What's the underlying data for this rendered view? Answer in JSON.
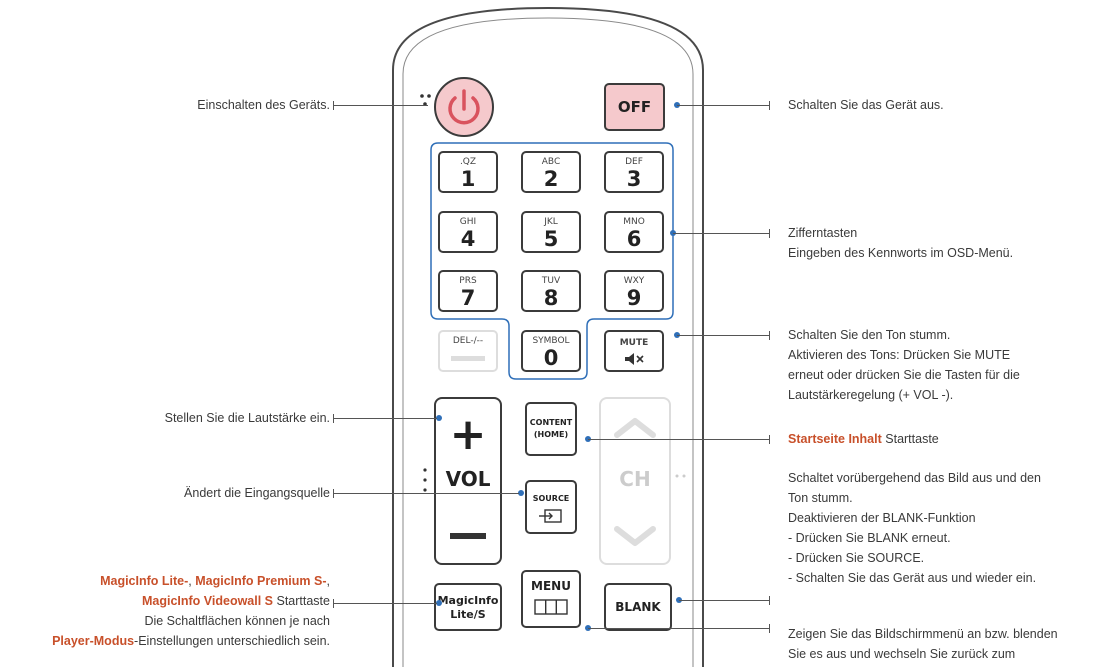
{
  "remote": {
    "power_key": {
      "icon": "power-icon"
    },
    "off_label": "OFF",
    "number_keys": [
      {
        "sub": ".QZ",
        "digit": "1"
      },
      {
        "sub": "ABC",
        "digit": "2"
      },
      {
        "sub": "DEF",
        "digit": "3"
      },
      {
        "sub": "GHI",
        "digit": "4"
      },
      {
        "sub": "JKL",
        "digit": "5"
      },
      {
        "sub": "MNO",
        "digit": "6"
      },
      {
        "sub": "PRS",
        "digit": "7"
      },
      {
        "sub": "TUV",
        "digit": "8"
      },
      {
        "sub": "WXY",
        "digit": "9"
      }
    ],
    "del_label": "DEL-/--",
    "symbol_label": "SYMBOL",
    "zero_digit": "0",
    "mute_label": "MUTE",
    "vol_label": "VOL",
    "content_label_1": "CONTENT",
    "content_label_2": "(HOME)",
    "source_label": "SOURCE",
    "ch_label": "CH",
    "menu_label": "MENU",
    "magicinfo_label_1": "MagicInfo",
    "magicinfo_label_2": "Lite/S",
    "blank_label": "BLANK",
    "colors": {
      "power_bg": "#f5c9cc",
      "power_ring": "#d9535e",
      "accent_line": "#2f6fb8",
      "highlight_text": "#c8502a"
    }
  },
  "annotations": {
    "power_on": "Einschalten des Geräts.",
    "power_off": "Schalten Sie das Gerät aus.",
    "numbers_1": "Zifferntasten",
    "numbers_2": "Eingeben des Kennworts im OSD-Menü.",
    "mute_1": "Schalten Sie den Ton stumm.",
    "mute_2": "Aktivieren des Tons: Drücken Sie MUTE",
    "mute_3": "erneut oder drücken Sie die Tasten für die",
    "mute_4": "Lautstärkeregelung (+ VOL -).",
    "volume": "Stellen Sie die Lautstärke ein.",
    "content_hl": "Startseite Inhalt",
    "content_rest": " Starttaste",
    "source": "Ändert die Eingangsquelle",
    "blank_1": "Schaltet vorübergehend das Bild aus und den",
    "blank_2": "Ton stumm.",
    "blank_3": "Deaktivieren der BLANK-Funktion",
    "blank_4": "- Drücken Sie BLANK erneut.",
    "blank_5": "- Drücken Sie SOURCE.",
    "blank_6": "- Schalten Sie das Gerät aus und wieder ein.",
    "magic_hl_1": "MagicInfo Lite-",
    "magic_sep_1": ", ",
    "magic_hl_2": "MagicInfo Premium S-",
    "magic_sep_2": ",",
    "magic_hl_3": "MagicInfo Videowall S",
    "magic_rest_3": " Starttaste",
    "magic_line_4": "Die Schaltflächen können je nach",
    "magic_hl_5": "Player-Modus",
    "magic_rest_5": "-Einstellungen unterschiedlich sein.",
    "menu_1": "Zeigen Sie das Bildschirmmenü an bzw. blenden",
    "menu_2": "Sie es aus und wechseln Sie zurück zum"
  }
}
